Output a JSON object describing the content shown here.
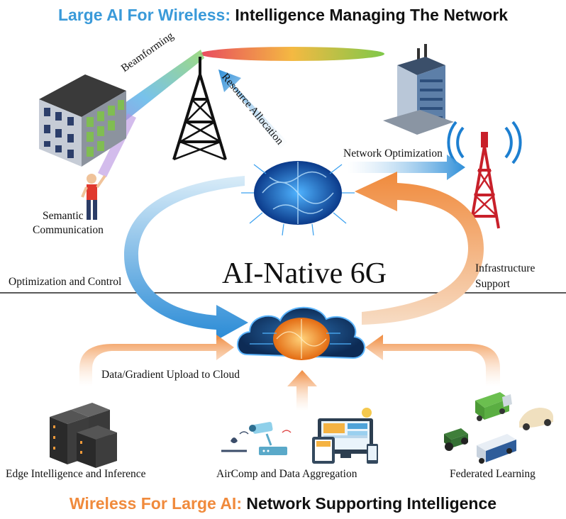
{
  "header": {
    "title_highlight": "Large AI For Wireless:",
    "title_rest": "Intelligence Managing The Network"
  },
  "footer": {
    "title_highlight": "Wireless For Large AI:",
    "title_rest": "Network Supporting Intelligence"
  },
  "center": {
    "title": "AI-Native 6G"
  },
  "labels": {
    "beamforming": "Beamforming",
    "resource_allocation": "Resource Allocation",
    "network_optimization": "Network Optimization",
    "semantic_line1": "Semantic",
    "semantic_line2": "Communication",
    "optimization_control": "Optimization and Control",
    "infrastructure_line1": "Infrastructure",
    "infrastructure_line2": "Support",
    "upload": "Data/Gradient Upload to Cloud",
    "edge": "Edge Intelligence and Inference",
    "aircomp": "AirComp and Data Aggregation",
    "federated": "Federated Learning"
  },
  "colors": {
    "blue_accent": "#3a9ad9",
    "orange_accent": "#f08a3c",
    "brain_blue": "#1e6fd9",
    "brain_orange": "#f59a2a"
  },
  "icons": [
    "building-icon",
    "tower-icon",
    "skyscraper-icon",
    "cell-tower-icon",
    "person-icon",
    "brain-icon",
    "cloud-brain-icon",
    "server-icon",
    "camera-router-icon",
    "devices-icon",
    "vehicles-icon"
  ]
}
